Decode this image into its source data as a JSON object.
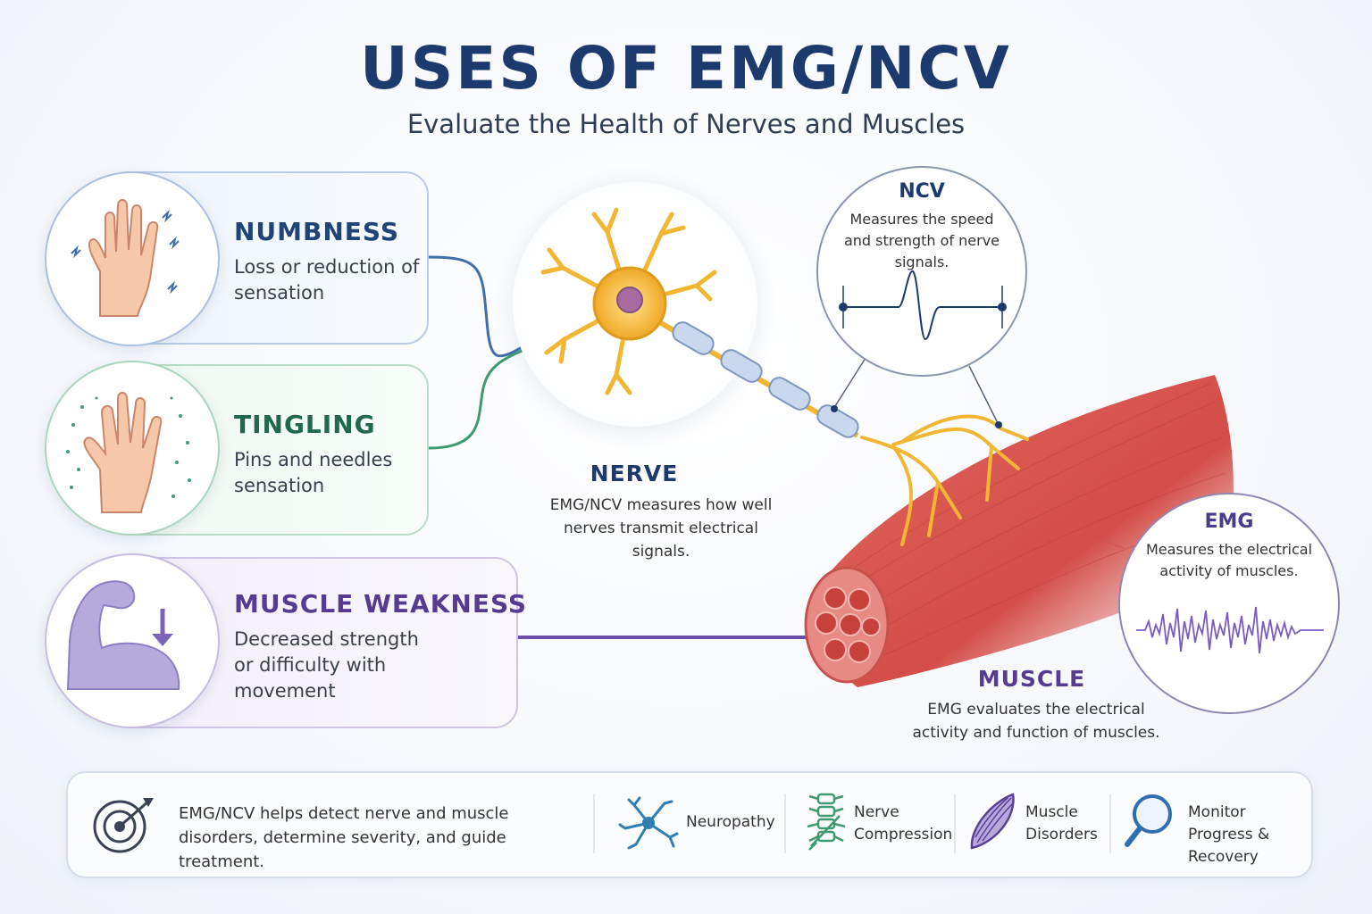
{
  "header": {
    "title": "USES OF EMG/NCV",
    "subtitle": "Evaluate the Health of Nerves and Muscles"
  },
  "symptoms": [
    {
      "title": "NUMBNESS",
      "desc": "Loss or reduction of sensation",
      "icon": "numb-hand-icon",
      "color": "#1f4478"
    },
    {
      "title": "TINGLING",
      "desc": "Pins and needles sensation",
      "icon": "tingling-hand-icon",
      "color": "#1f6a4a"
    },
    {
      "title": "MUSCLE WEAKNESS",
      "desc": "Decreased strength or difficulty with movement",
      "icon": "weak-arm-icon",
      "color": "#553c92"
    }
  ],
  "nerve": {
    "title": "NERVE",
    "desc": "EMG/NCV measures how well nerves transmit electrical signals."
  },
  "ncv": {
    "title": "NCV",
    "desc": "Measures the speed and strength of nerve signals."
  },
  "emg": {
    "title": "EMG",
    "desc": "Measures the electrical activity of muscles."
  },
  "muscle": {
    "title": "MUSCLE",
    "desc": "EMG evaluates the electrical activity and function of muscles."
  },
  "bottom": {
    "desc": "EMG/NCV helps detect nerve and muscle disorders, determine severity, and guide treatment.",
    "items": [
      {
        "label": "Neuropathy",
        "icon": "neuron-icon"
      },
      {
        "label": "Nerve Compression",
        "icon": "spine-icon"
      },
      {
        "label": "Muscle Disorders",
        "icon": "muscle-fiber-icon"
      },
      {
        "label": "Monitor Progress & Recovery",
        "icon": "magnifier-icon"
      }
    ],
    "target_icon": "target-icon"
  },
  "colors": {
    "navy": "#1d3a6e",
    "green": "#1f6a4a",
    "purple": "#553c92",
    "muscle_red": "#d9534f",
    "nerve_yellow": "#f2b632"
  }
}
